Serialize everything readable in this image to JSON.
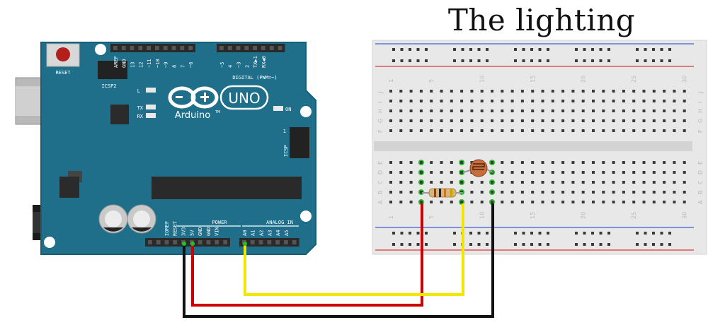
{
  "title": "The lighting sensor",
  "arduino": {
    "reset_label": "RESET",
    "icsp2_label": "ICSP2",
    "l_label": "L",
    "tx_label": "TX",
    "rx_label": "RX",
    "on_label": "ON",
    "brand_label": "Arduino",
    "tm_label": "TM",
    "uno_label": "UNO",
    "digital_label": "DIGITAL (PWM=~)",
    "icsp_label": "ICSP",
    "icsp_pin1": "1",
    "power_label": "POWER",
    "analog_label": "ANALOG IN",
    "digital_pins": [
      "AREF",
      "GND",
      "13",
      "12",
      "~11",
      "~10",
      "~9",
      "8",
      "7",
      "~6",
      "~5",
      "4",
      "~3",
      "2",
      "TX▶1",
      "RX◀0"
    ],
    "power_pins": [
      "IOREF",
      "RESET",
      "3V3",
      "5V",
      "GND",
      "GND",
      "VIN"
    ],
    "analog_pins": [
      "A0",
      "A1",
      "A2",
      "A3",
      "A4",
      "A5"
    ]
  },
  "breadboard": {
    "col_numbers": [
      "1",
      "5",
      "10",
      "15",
      "20",
      "25",
      "30"
    ],
    "row_letters_top": [
      "J",
      "I",
      "H",
      "G",
      "F"
    ],
    "row_letters_bottom": [
      "E",
      "D",
      "C",
      "B",
      "A"
    ]
  },
  "colors": {
    "board": "#1f6f8b",
    "board_edge": "#185e75",
    "header": "#2a2a2a",
    "wire_red": "#cc0000",
    "wire_yellow": "#f2e600",
    "wire_black": "#111111",
    "breadboard": "#e6e6e6",
    "rail_red": "#d83a3a",
    "rail_blue": "#3a5fd8",
    "highlight": "#22c222"
  }
}
